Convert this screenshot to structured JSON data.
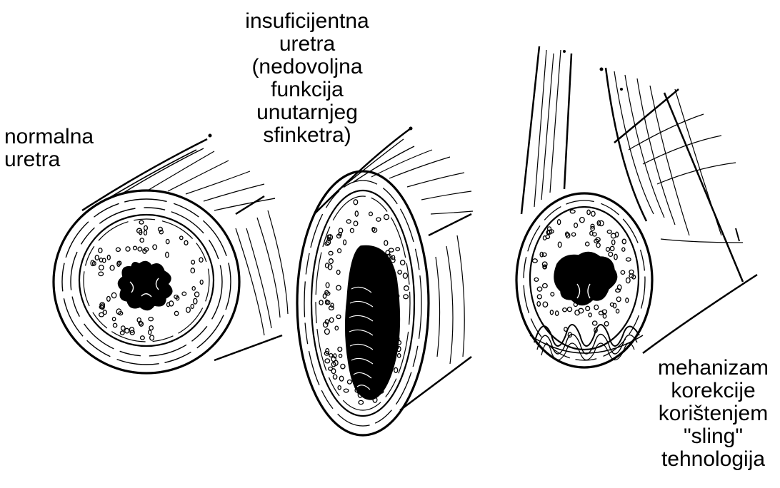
{
  "labels": {
    "normal": [
      "normalna",
      "uretra"
    ],
    "insufficient": [
      "insuficijentna",
      "uretra",
      "(nedovoljna",
      "funkcija",
      "unutarnjeg",
      "sfinketra)"
    ],
    "mechanism": [
      "mehanizam",
      "korekcije",
      "korištenjem",
      "\"sling\"",
      "tehnologija"
    ]
  }
}
